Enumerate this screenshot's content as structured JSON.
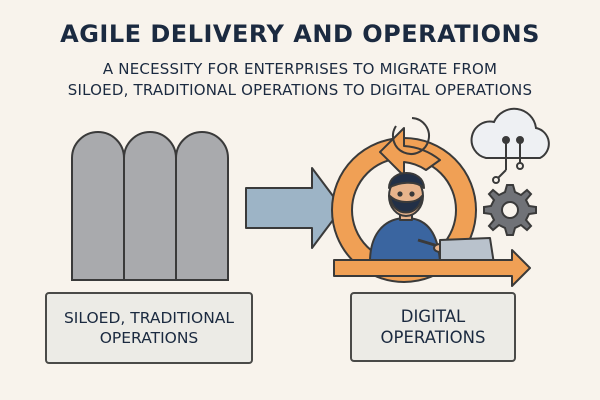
{
  "title": "AGILE DELIVERY AND OPERATIONS",
  "subtitle": {
    "line1": "A NECESSITY FOR ENTERPRISES TO MIGRATE FROM",
    "line2": "SILOED, TRADITIONAL OPERATIONS TO DIGITAL OPERATIONS"
  },
  "left_box": {
    "line1": "SILOED, TRADITIONAL",
    "line2": "OPERATIONS"
  },
  "right_box": {
    "line1": "DIGITAL",
    "line2": "OPERATIONS"
  },
  "colors": {
    "background": "#f8f3ec",
    "silo": "#a9aaad",
    "arrow": "#9db4c6",
    "cycle": "#f0a055",
    "shirt": "#3a65a0",
    "outline": "#3a3a3a"
  },
  "icons": [
    "silo-icon",
    "right-arrow-icon",
    "cycle-arrow-icon",
    "person-with-laptop-icon",
    "cloud-network-icon",
    "gear-icon"
  ]
}
